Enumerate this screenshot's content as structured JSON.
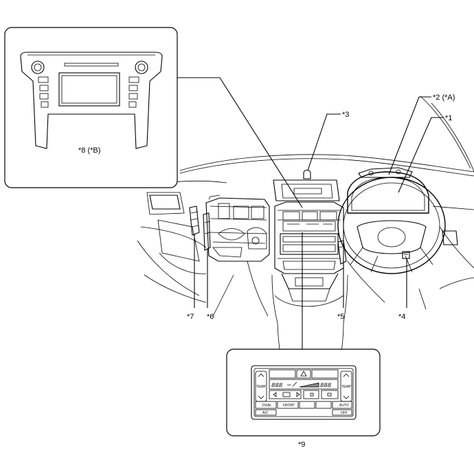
{
  "diagram": {
    "callouts": {
      "c1": "*1",
      "c2": "*2 (*A)",
      "c3": "*3",
      "c4": "*4",
      "c5": "*5",
      "c6": "*6",
      "c7": "*7",
      "c8": "*8 (*B)",
      "c9": "*9"
    },
    "climate_panel": {
      "temp_left": "TEMP",
      "temp_right": "TEMP",
      "display_left": "888",
      "display_right": "888",
      "dual_label": "DUAL",
      "front_label": "FRONT",
      "auto_label": "AUTO",
      "ac_label": "A/C",
      "off_label": "OFF"
    }
  }
}
